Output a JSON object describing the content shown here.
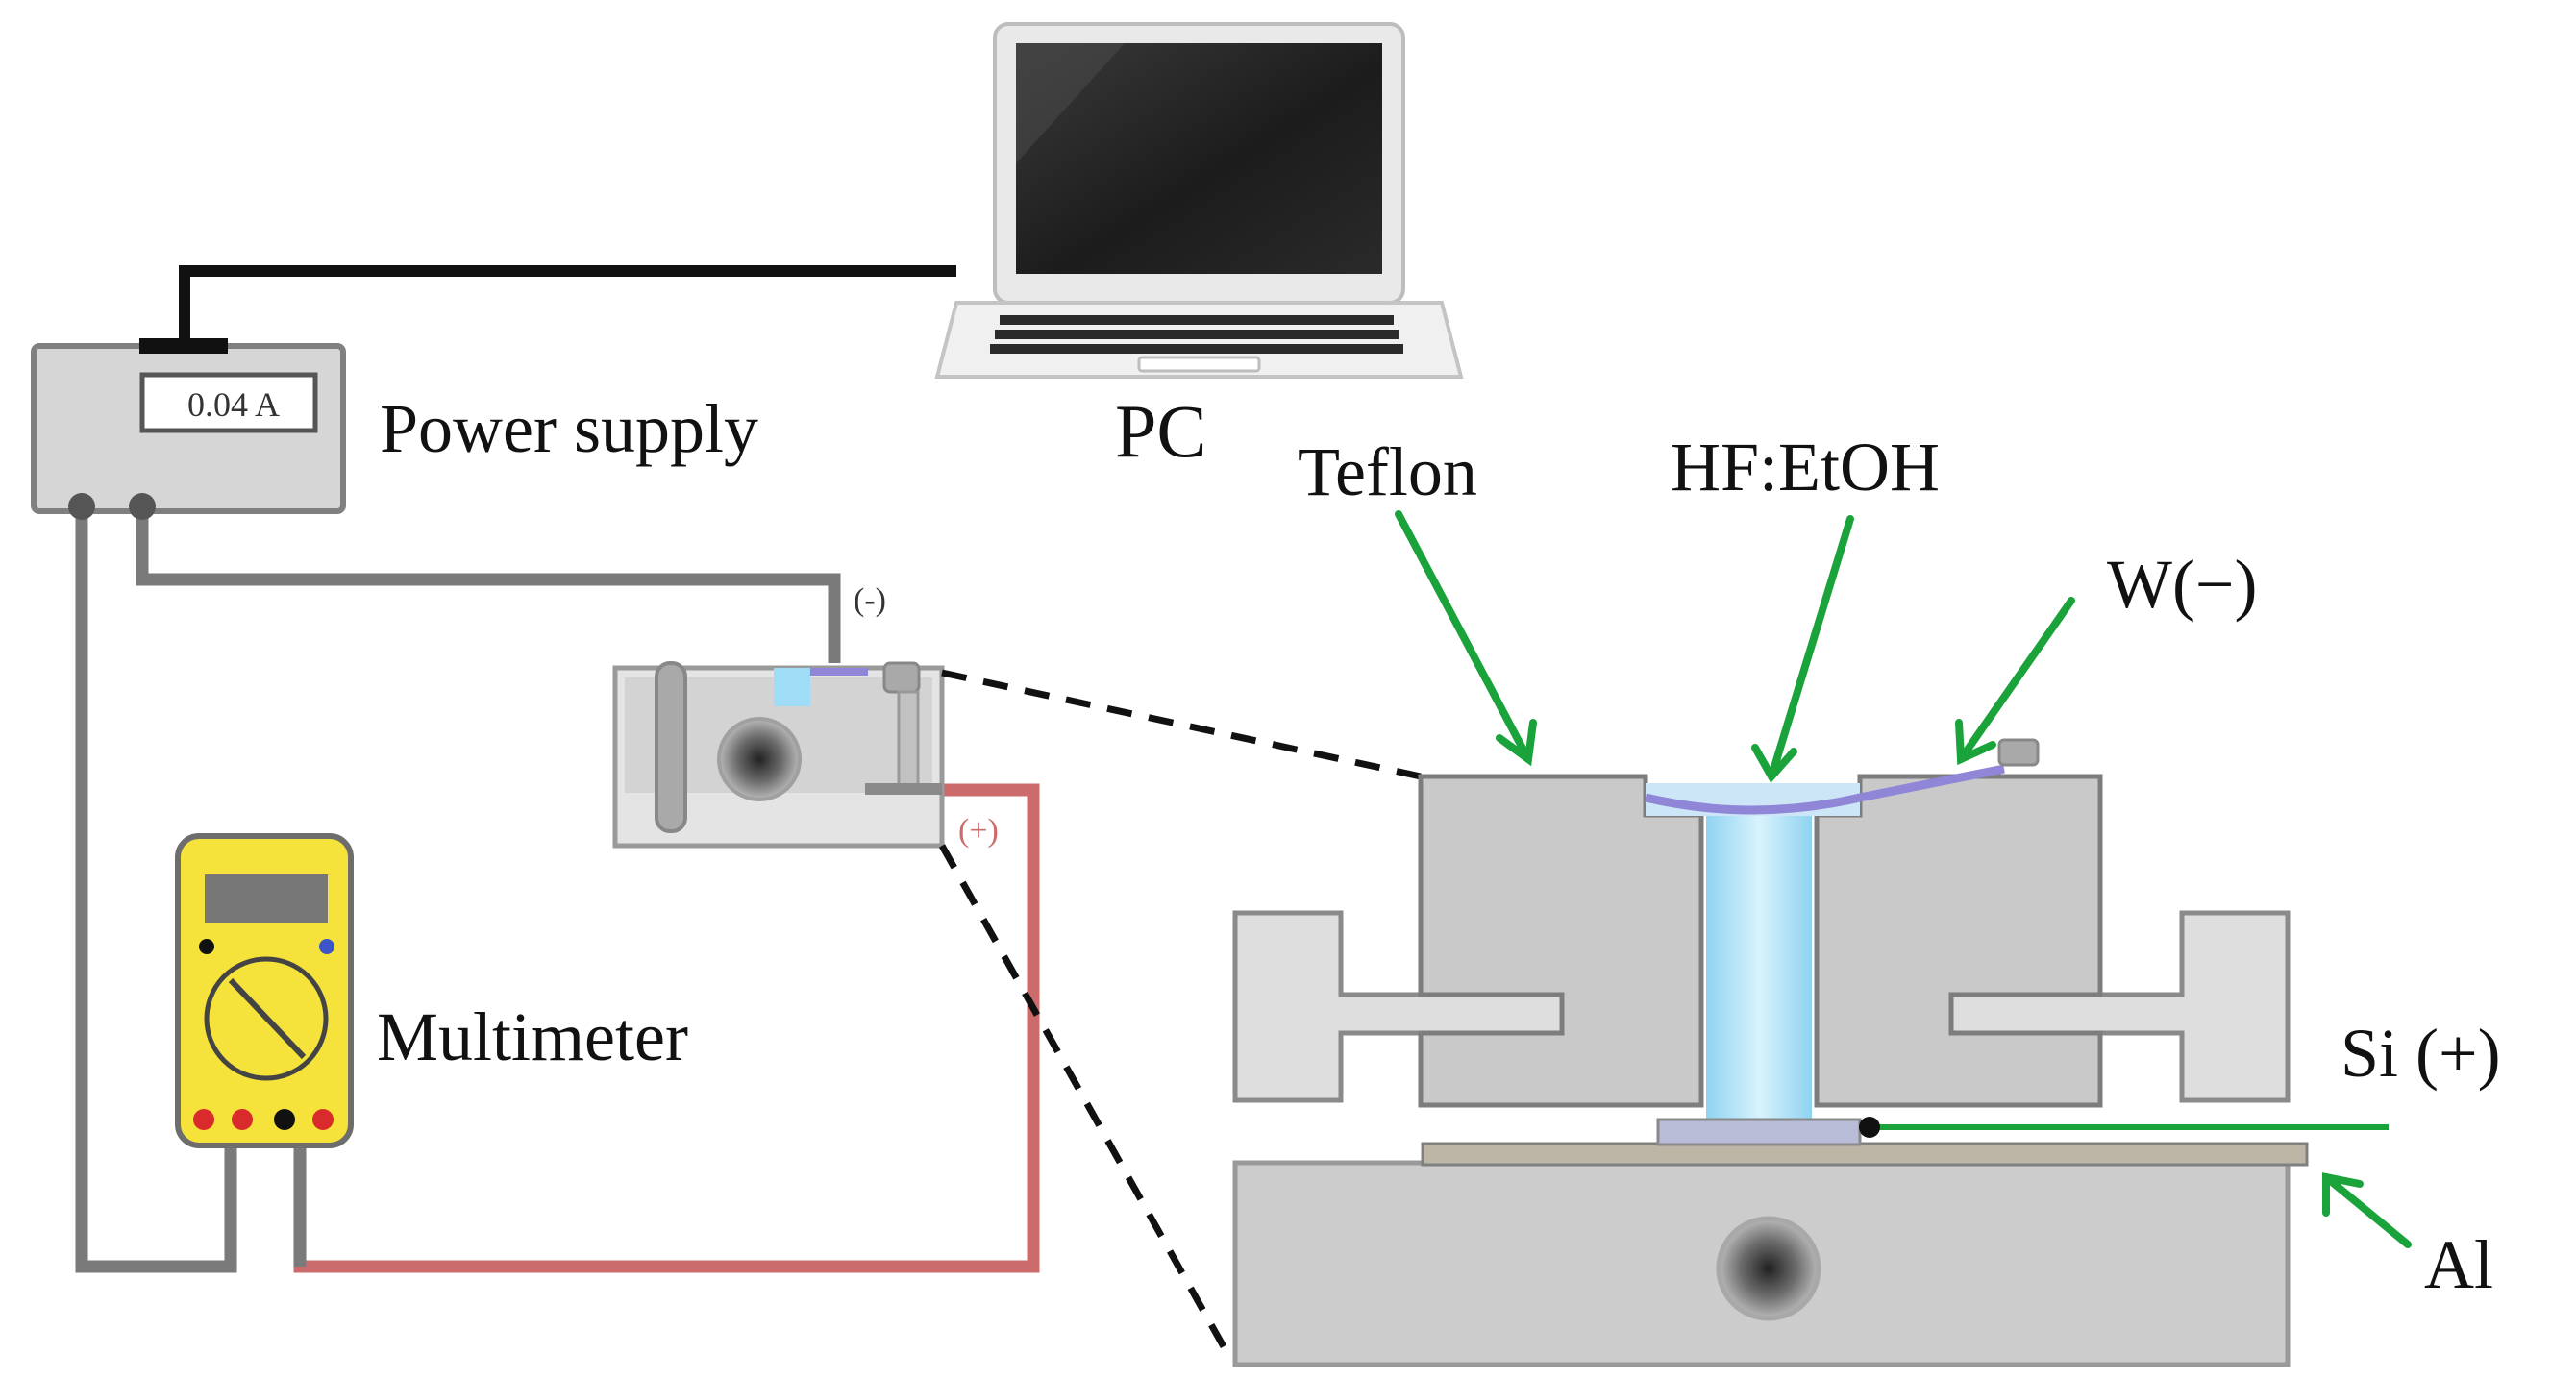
{
  "labels": {
    "power_supply": "Power supply",
    "pc": "PC",
    "multimeter": "Multimeter",
    "teflon": "Teflon",
    "hf_etoh": "HF:EtOH",
    "w_minus": "W(−)",
    "si_plus": "Si (+)",
    "al": "Al",
    "small_minus": "(-)",
    "small_plus": "(+)"
  },
  "power_supply": {
    "display": "0.04 A"
  },
  "colors": {
    "wire_gray": "#7a7a7a",
    "wire_red": "#cc6b6b",
    "wire_black": "#111111",
    "arrow_green": "#1aa33a",
    "cell_gray": "#c9c9c9",
    "cell_light": "#e2e2e2",
    "electrolyte": "#8fd3f2",
    "multimeter_yellow": "#f5e33b",
    "tungsten_purple": "#8f86d8"
  },
  "icons": [
    "laptop-icon",
    "power-supply-icon",
    "multimeter-icon",
    "etching-cell-icon"
  ]
}
